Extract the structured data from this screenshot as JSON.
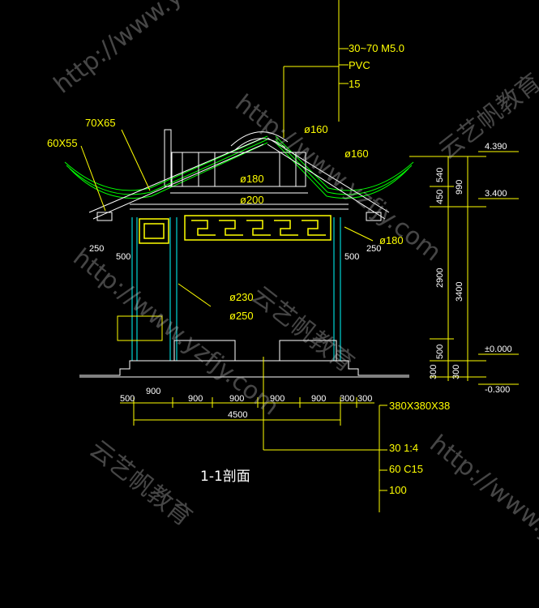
{
  "drawing": {
    "title": "1-1剖面",
    "material_notes": [
      "30~70  M5.0",
      "PVC",
      "15"
    ],
    "foundation_notes": [
      "380X380X38",
      "30  1:4",
      "60  C15",
      "100"
    ],
    "member_labels": {
      "rafter_a": "70X65",
      "rafter_b": "60X55",
      "purlin_1": "ø160",
      "purlin_2": "ø160",
      "purlin_3": "ø180",
      "purlin_4": "ø200",
      "purlin_5": "ø180",
      "column_1": "ø230",
      "column_2": "ø250"
    },
    "bottom_dims": [
      "500",
      "900",
      "900",
      "900",
      "900",
      "900",
      "300",
      "300"
    ],
    "total_width": "4500",
    "side_dims": [
      "250",
      "500",
      "500",
      "250"
    ],
    "right_dims_inner": [
      "540",
      "450",
      "2900",
      "500",
      "300"
    ],
    "right_dims_outer": [
      "990",
      "3400",
      "300"
    ],
    "elevations": [
      "4.390",
      "3.400",
      "±0.000",
      "-0.300"
    ]
  },
  "watermarks": [
    "http://www.yzfjy.com",
    "云艺帆教育",
    "http://www.yzfjy.com",
    "云艺帆教育",
    "http://www.yzfjy.com",
    "云艺帆教育",
    "http://www.yzfjy.com"
  ],
  "colors": {
    "background": "#000000",
    "dimension": "#ffff00",
    "roof": "#00ff00",
    "column": "#00ffff",
    "section": "#ffffff"
  }
}
